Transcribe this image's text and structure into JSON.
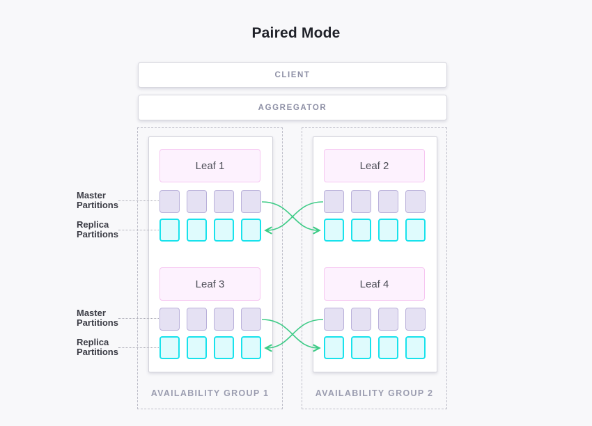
{
  "title": "Paired Mode",
  "tiers": {
    "client": "CLIENT",
    "aggregator": "AGGREGATOR"
  },
  "partition_labels": {
    "master": "Master Partitions",
    "replica": "Replica Partitions"
  },
  "groups": [
    {
      "label": "AVAILABILITY GROUP 1",
      "leaves": [
        {
          "label": "Leaf 1",
          "master_partitions": 4,
          "replica_partitions": 4
        },
        {
          "label": "Leaf 3",
          "master_partitions": 4,
          "replica_partitions": 4
        }
      ]
    },
    {
      "label": "AVAILABILITY GROUP 2",
      "leaves": [
        {
          "label": "Leaf 2",
          "master_partitions": 4,
          "replica_partitions": 4
        },
        {
          "label": "Leaf 4",
          "master_partitions": 4,
          "replica_partitions": 4
        }
      ]
    }
  ],
  "arrows": {
    "description": "Cross-replication arrows from master partitions of one group to replica partitions of the paired group",
    "color": "#3ecb87"
  },
  "colors": {
    "background": "#f8f8fa",
    "master_fill": "#e5e1f3",
    "master_border": "#b9b0da",
    "replica_fill": "#dffbfd",
    "replica_border": "#18e2ec",
    "leaf_fill": "#fdf2fe",
    "leaf_border": "#f6c6f1",
    "arrow_green": "#3ecb87",
    "muted_label": "#9b9db0"
  }
}
